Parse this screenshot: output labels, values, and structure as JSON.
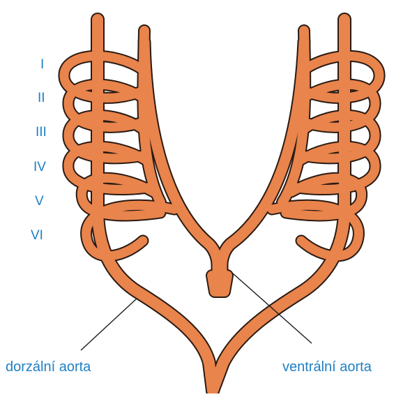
{
  "arch_labels": [
    "I",
    "II",
    "III",
    "IV",
    "V",
    "VI"
  ],
  "callouts": {
    "dorsal": "dorzální aorta",
    "ventral": "ventrální aorta"
  },
  "colors": {
    "vessel_outline": "#2a1a12",
    "vessel_fill": "#e8844c",
    "label_text": "#1f7fc4",
    "leader_line": "#1a1a1a"
  }
}
